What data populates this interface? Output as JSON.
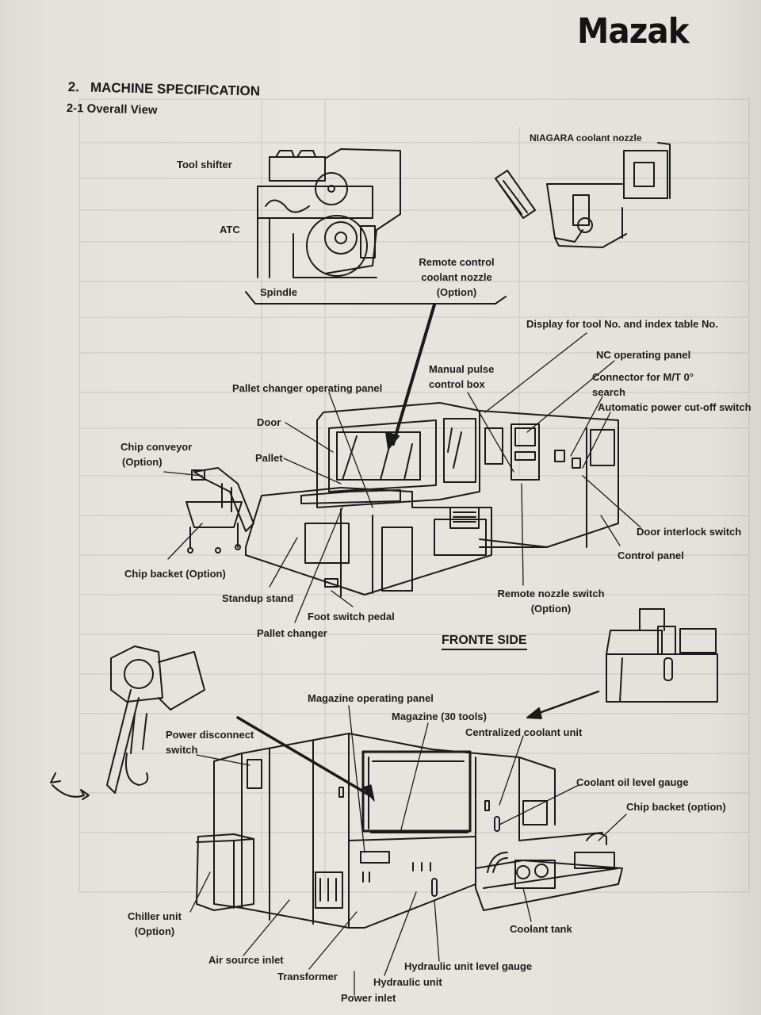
{
  "brand": {
    "logo": "Mazak"
  },
  "heading": {
    "section_number": "2.",
    "section_title": "MACHINE SPECIFICATION",
    "subsection": "2-1 Overall View"
  },
  "detail_views": {
    "atc_spindle": {
      "labels": {
        "tool_shifter": "Tool shifter",
        "atc": "ATC",
        "spindle": "Spindle",
        "remote_nozzle_1": "Remote control",
        "remote_nozzle_2": "coolant nozzle",
        "remote_nozzle_3": "(Option)"
      }
    },
    "niagara": {
      "label": "NIAGARA coolant nozzle"
    }
  },
  "front_view": {
    "labels": {
      "display": "Display for tool No. and index table No.",
      "nc_panel": "NC operating panel",
      "manual_pulse_1": "Manual pulse",
      "manual_pulse_2": "control box",
      "connector_1": "Connector for M/T 0°",
      "connector_2": "search",
      "auto_power": "Automatic power cut-off switch",
      "pallet_changer_panel": "Pallet changer operating panel",
      "door": "Door",
      "chip_conveyor_1": "Chip conveyor",
      "chip_conveyor_2": "(Option)",
      "pallet": "Pallet",
      "door_interlock": "Door interlock switch",
      "control_panel": "Control panel",
      "chip_backet": "Chip backet (Option)",
      "standup_stand": "Standup stand",
      "foot_switch": "Foot switch pedal",
      "pallet_changer": "Pallet changer",
      "remote_nozzle_switch_1": "Remote nozzle switch",
      "remote_nozzle_switch_2": "(Option)"
    },
    "caption": "FRONTE SIDE"
  },
  "rear_view": {
    "labels": {
      "magazine_panel": "Magazine operating panel",
      "magazine": "Magazine (30 tools)",
      "centralized_coolant": "Centralized coolant unit",
      "power_disconnect_1": "Power disconnect",
      "power_disconnect_2": "switch",
      "coolant_oil_gauge": "Coolant oil level gauge",
      "chip_backet": "Chip backet (option)",
      "chiller_1": "Chiller unit",
      "chiller_2": "(Option)",
      "coolant_tank": "Coolant tank",
      "air_source": "Air source inlet",
      "hydraulic_gauge": "Hydraulic unit level gauge",
      "transformer": "Transformer",
      "hydraulic_unit": "Hydraulic unit",
      "power_inlet": "Power inlet"
    }
  }
}
